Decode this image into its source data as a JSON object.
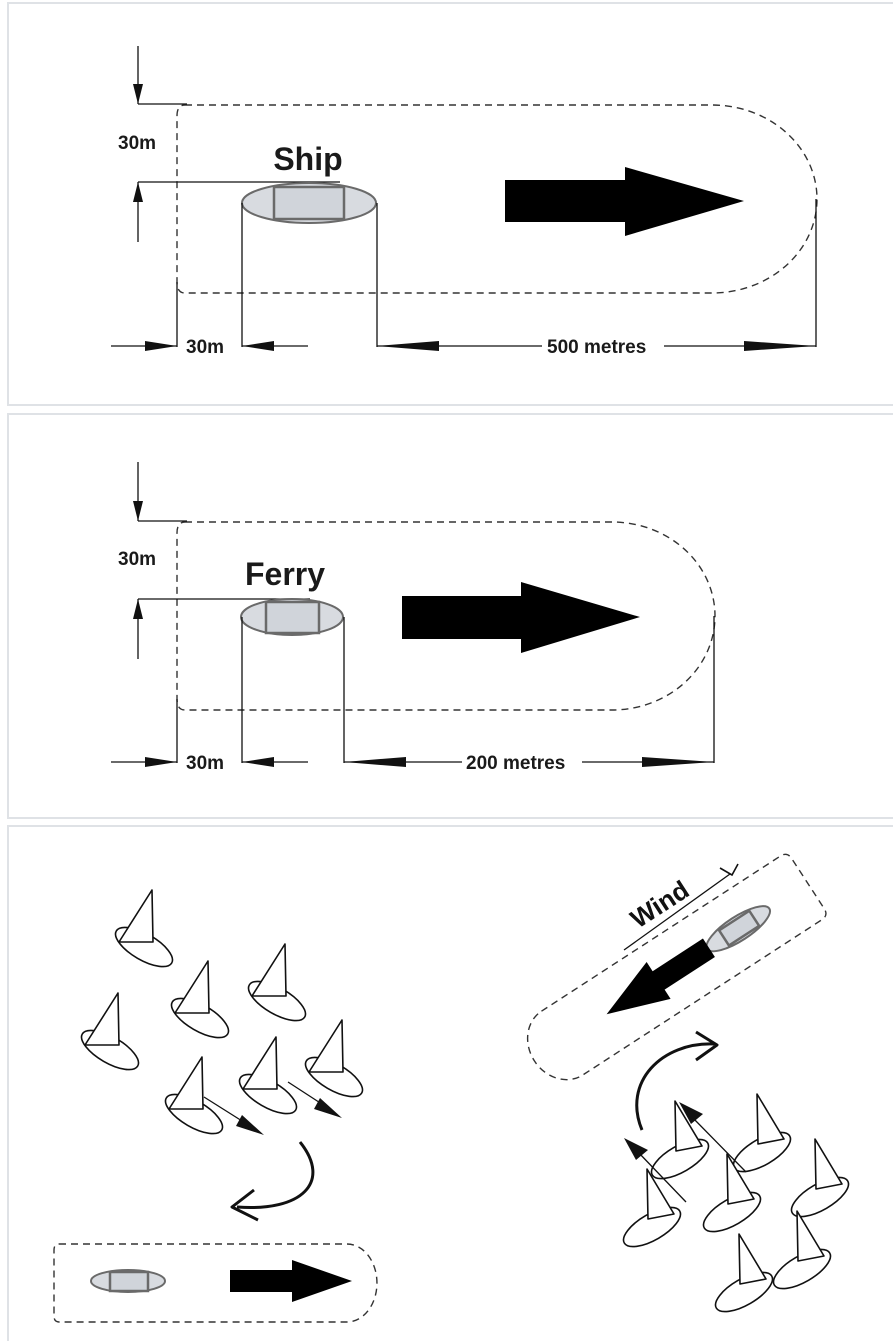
{
  "panels": {
    "ship": {
      "title": "Ship",
      "side_clearance": "30m",
      "rear_clearance": "30m",
      "ahead_distance": "500 metres"
    },
    "ferry": {
      "title": "Ferry",
      "side_clearance": "30m",
      "rear_clearance": "30m",
      "ahead_distance": "200 metres"
    },
    "sailing": {
      "wind_label": "Wind"
    }
  },
  "colors": {
    "hull": "#d8dbe0",
    "arrow": "#000000",
    "zone_dash": "#333333",
    "panel_border": "#dfe2e6"
  }
}
